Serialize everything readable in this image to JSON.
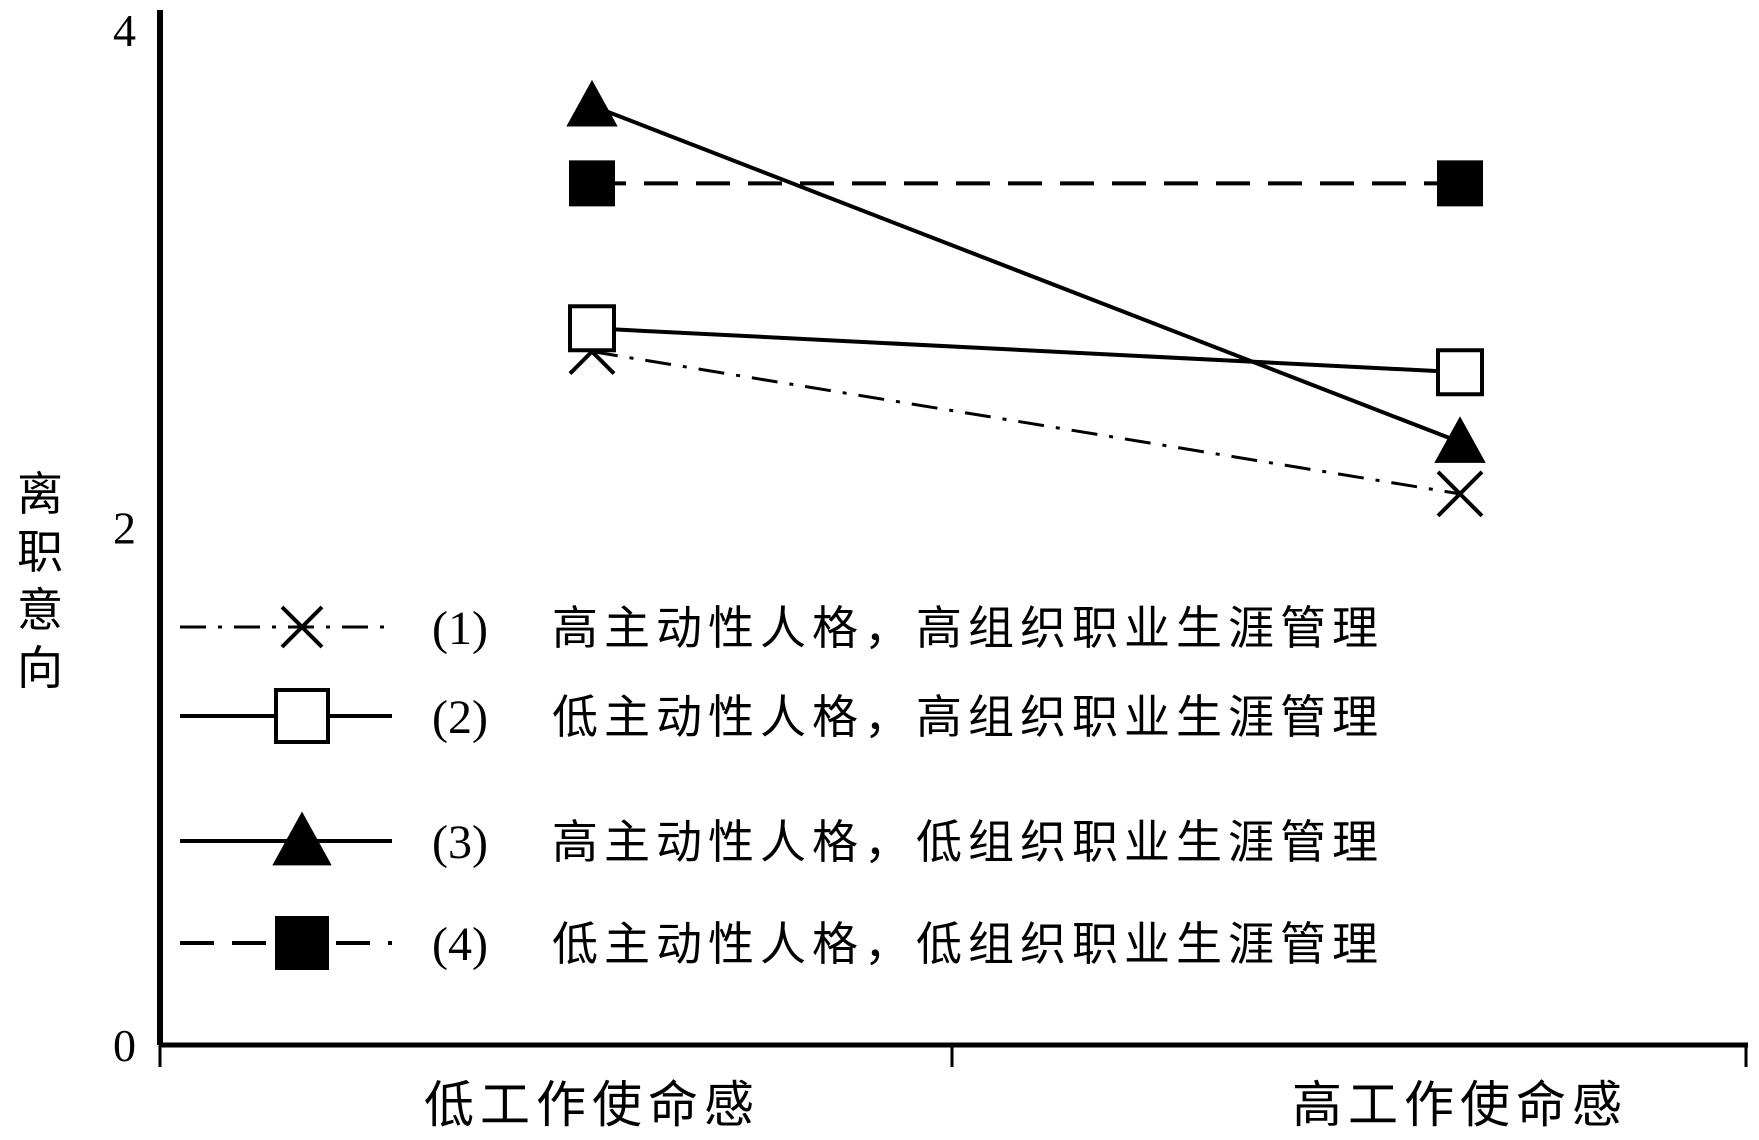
{
  "chart_data": {
    "type": "line",
    "ylabel": "离职意向",
    "xlabel": "",
    "categories": [
      "低工作使命感",
      "高工作使命感"
    ],
    "ylim": [
      0,
      4
    ],
    "yticks": [
      "0",
      "2",
      "4"
    ],
    "grid": false,
    "legend_position": "inside-bottom-left",
    "series": [
      {
        "id": "s1",
        "num": "(1)",
        "name": "高主动性人格，高组织职业生涯管理",
        "values": [
          2.68,
          2.13
        ],
        "marker": "x",
        "dash": "dashdot"
      },
      {
        "id": "s2",
        "num": "(2)",
        "name": "低主动性人格，高组织职业生涯管理",
        "values": [
          2.77,
          2.6
        ],
        "marker": "square-open",
        "dash": "solid"
      },
      {
        "id": "s3",
        "num": "(3)",
        "name": "高主动性人格，低组织职业生涯管理",
        "values": [
          3.63,
          2.33
        ],
        "marker": "triangle",
        "dash": "solid"
      },
      {
        "id": "s4",
        "num": "(4)",
        "name": "低主动性人格，低组织职业生涯管理",
        "values": [
          3.33,
          3.33
        ],
        "marker": "square-filled",
        "dash": "dashed"
      }
    ]
  }
}
